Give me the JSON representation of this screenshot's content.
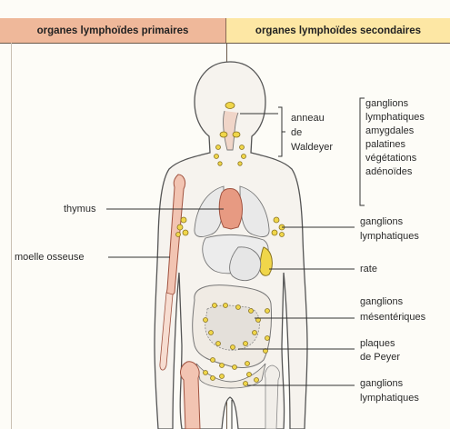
{
  "headers": {
    "primary": "organes lymphoïdes primaires",
    "secondary": "organes lymphoïdes secondaires"
  },
  "labels": {
    "anneau": "anneau",
    "de": "de",
    "waldeyer": "Waldeyer",
    "ring_list": [
      "ganglions",
      "lymphatiques",
      "amygdales",
      "palatines",
      "végétations",
      "adénoïdes"
    ],
    "thymus": "thymus",
    "moelle": "moelle osseuse",
    "ganglions_1": [
      "ganglions",
      "lymphatiques"
    ],
    "rate": "rate",
    "mesenteriques": [
      "ganglions",
      "mésentériques"
    ],
    "peyer": [
      "plaques",
      "de Peyer"
    ],
    "ganglions_2": [
      "ganglions",
      "lymphatiques"
    ]
  },
  "colors": {
    "primary_header": "#efb89a",
    "secondary_header": "#fde7a4",
    "thymus": "#e79a82",
    "bone_marrow": "#f2c4b2",
    "lymph_nodes": "#f0d64a",
    "body_outline": "#555555",
    "organs": "#e8e8e8"
  }
}
